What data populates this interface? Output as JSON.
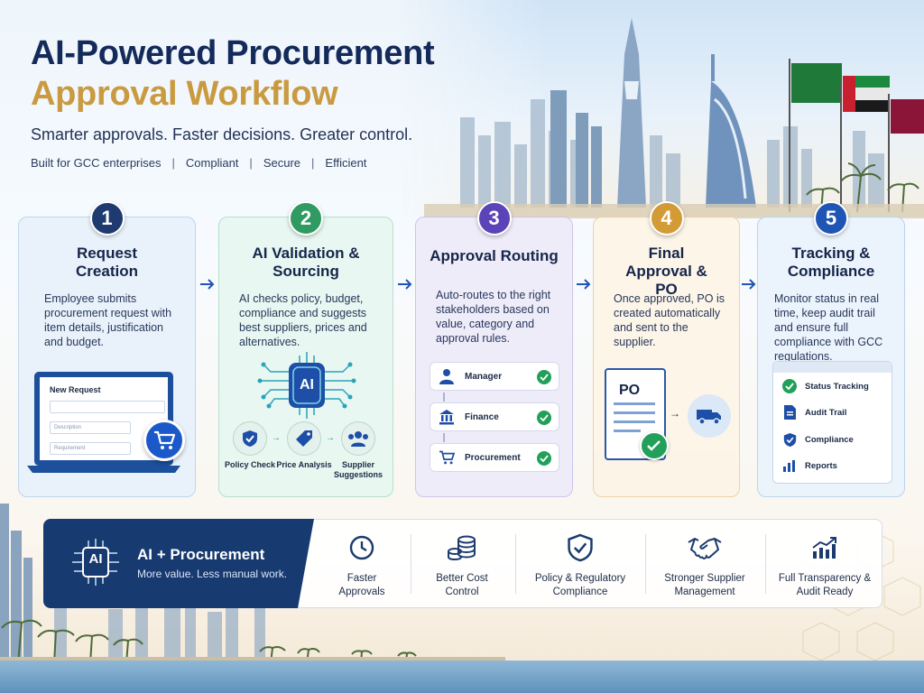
{
  "header": {
    "title_line1": "AI-Powered Procurement",
    "title_line2": "Approval Workflow",
    "tagline": "Smarter approvals. Faster decisions. Greater control.",
    "badges": [
      "Built for GCC enterprises",
      "Compliant",
      "Secure",
      "Efficient"
    ]
  },
  "steps": [
    {
      "number": "1",
      "title": "Request Creation",
      "description": "Employee submits procurement request with item details, justification and budget.",
      "form": {
        "title": "New Request",
        "fields": [
          "",
          "Description",
          "Requirement"
        ]
      }
    },
    {
      "number": "2",
      "title": "AI Validation & Sourcing",
      "description": "AI checks policy, budget, compliance and suggests best suppliers, prices and alternatives.",
      "chip_label": "AI",
      "checks": [
        "Policy Check",
        "Price Analysis",
        "Supplier Suggestions"
      ]
    },
    {
      "number": "3",
      "title": "Approval Routing",
      "description": "Auto-routes to the right stakeholders based on value, category and approval rules.",
      "approvers": [
        "Manager",
        "Finance",
        "Procurement"
      ]
    },
    {
      "number": "4",
      "title": "Final Approval & PO",
      "description": "Once approved, PO is created automatically and sent to the supplier.",
      "doc_label": "PO"
    },
    {
      "number": "5",
      "title": "Tracking & Compliance",
      "description": "Monitor status in real time, keep audit trail and ensure full compliance with GCC regulations.",
      "items": [
        "Status Tracking",
        "Audit Trail",
        "Compliance",
        "Reports"
      ]
    }
  ],
  "benefits_bar": {
    "ai_chip_label": "AI",
    "title": "AI + Procurement",
    "subtitle": "More value. Less manual work.",
    "benefits": [
      {
        "label": "Faster Approvals",
        "icon": "clock-icon"
      },
      {
        "label": "Better Cost Control",
        "icon": "coins-icon"
      },
      {
        "label": "Policy & Regulatory Compliance",
        "icon": "shield-check-icon"
      },
      {
        "label": "Stronger Supplier Management",
        "icon": "handshake-icon"
      },
      {
        "label": "Full Transparency & Audit Ready",
        "icon": "chart-growth-icon"
      }
    ]
  },
  "colors": {
    "navy": "#132a5a",
    "gold": "#c99a3f",
    "step1": "#1e3a6e",
    "step2": "#2f9a62",
    "step3": "#5b44b8",
    "step4": "#d39b35",
    "step5": "#1f55b5",
    "check_green": "#22a05a"
  }
}
